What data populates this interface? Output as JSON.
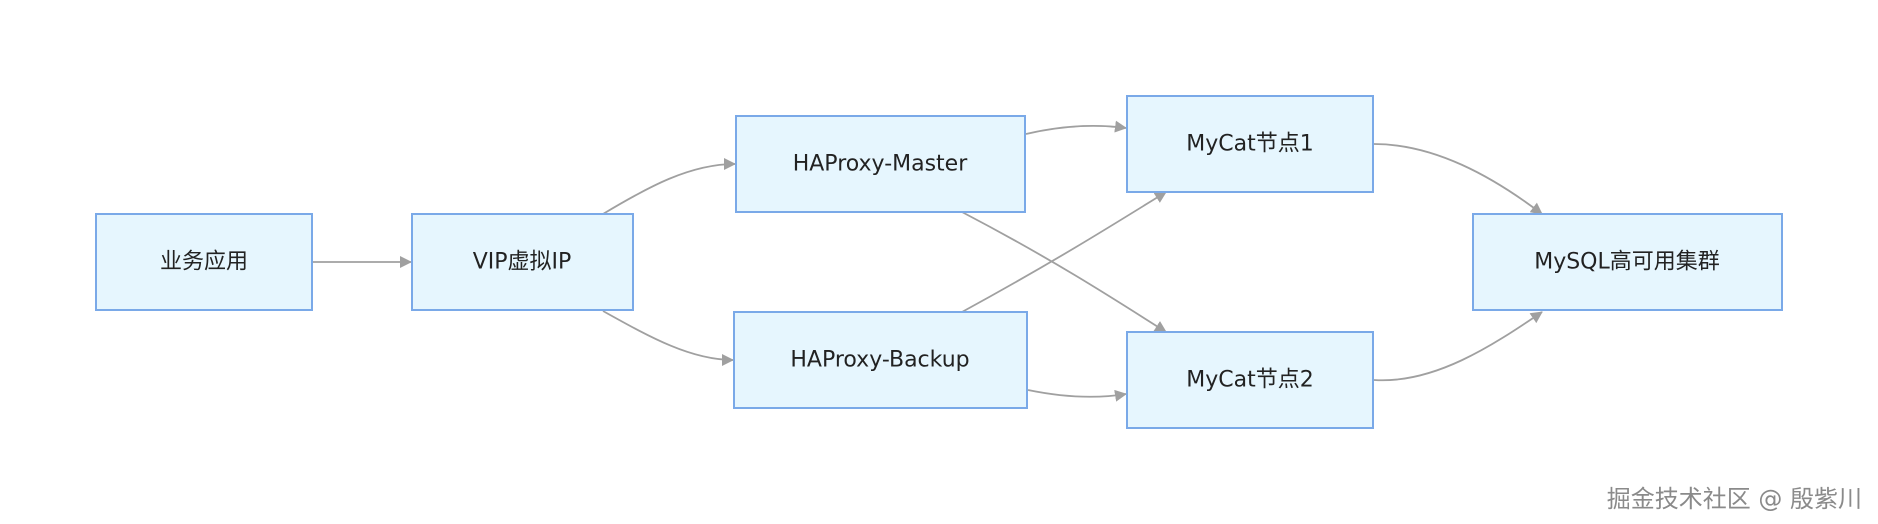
{
  "nodes": {
    "app": {
      "label": "业务应用"
    },
    "vip": {
      "label": "VIP虚拟IP"
    },
    "haproxy_master": {
      "label": "HAProxy-Master"
    },
    "haproxy_backup": {
      "label": "HAProxy-Backup"
    },
    "mycat1": {
      "label": "MyCat节点1"
    },
    "mycat2": {
      "label": "MyCat节点2"
    },
    "mysql": {
      "label": "MySQL高可用集群"
    }
  },
  "edges": [
    {
      "from": "app",
      "to": "vip"
    },
    {
      "from": "vip",
      "to": "haproxy_master"
    },
    {
      "from": "vip",
      "to": "haproxy_backup"
    },
    {
      "from": "haproxy_master",
      "to": "mycat1"
    },
    {
      "from": "haproxy_master",
      "to": "mycat2"
    },
    {
      "from": "haproxy_backup",
      "to": "mycat1"
    },
    {
      "from": "haproxy_backup",
      "to": "mycat2"
    },
    {
      "from": "mycat1",
      "to": "mysql"
    },
    {
      "from": "mycat2",
      "to": "mysql"
    }
  ],
  "watermark": "掘金技术社区 @ 殷紫川",
  "colors": {
    "node_fill": "#e6f6fe",
    "node_border": "#7aa9e8",
    "edge": "#a0a0a0"
  }
}
